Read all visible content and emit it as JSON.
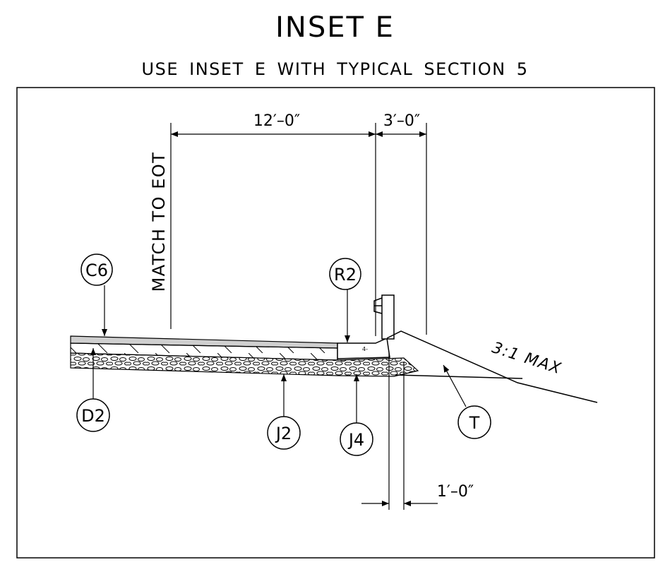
{
  "header": {
    "title": "INSET E",
    "subtitle": "USE INSET E WITH  TYPICAL SECTION  5"
  },
  "dimensions": {
    "lane_width": "12′–0″",
    "shoulder_width": "3′–0″",
    "offset": "1′–0″"
  },
  "annotations": {
    "match_note": "MATCH  TO  EOT",
    "slope_note": "3:1 MAX"
  },
  "callouts": {
    "c6": "C6",
    "r2": "R2",
    "d2": "D2",
    "j2": "J2",
    "j4": "J4",
    "t": "T"
  }
}
